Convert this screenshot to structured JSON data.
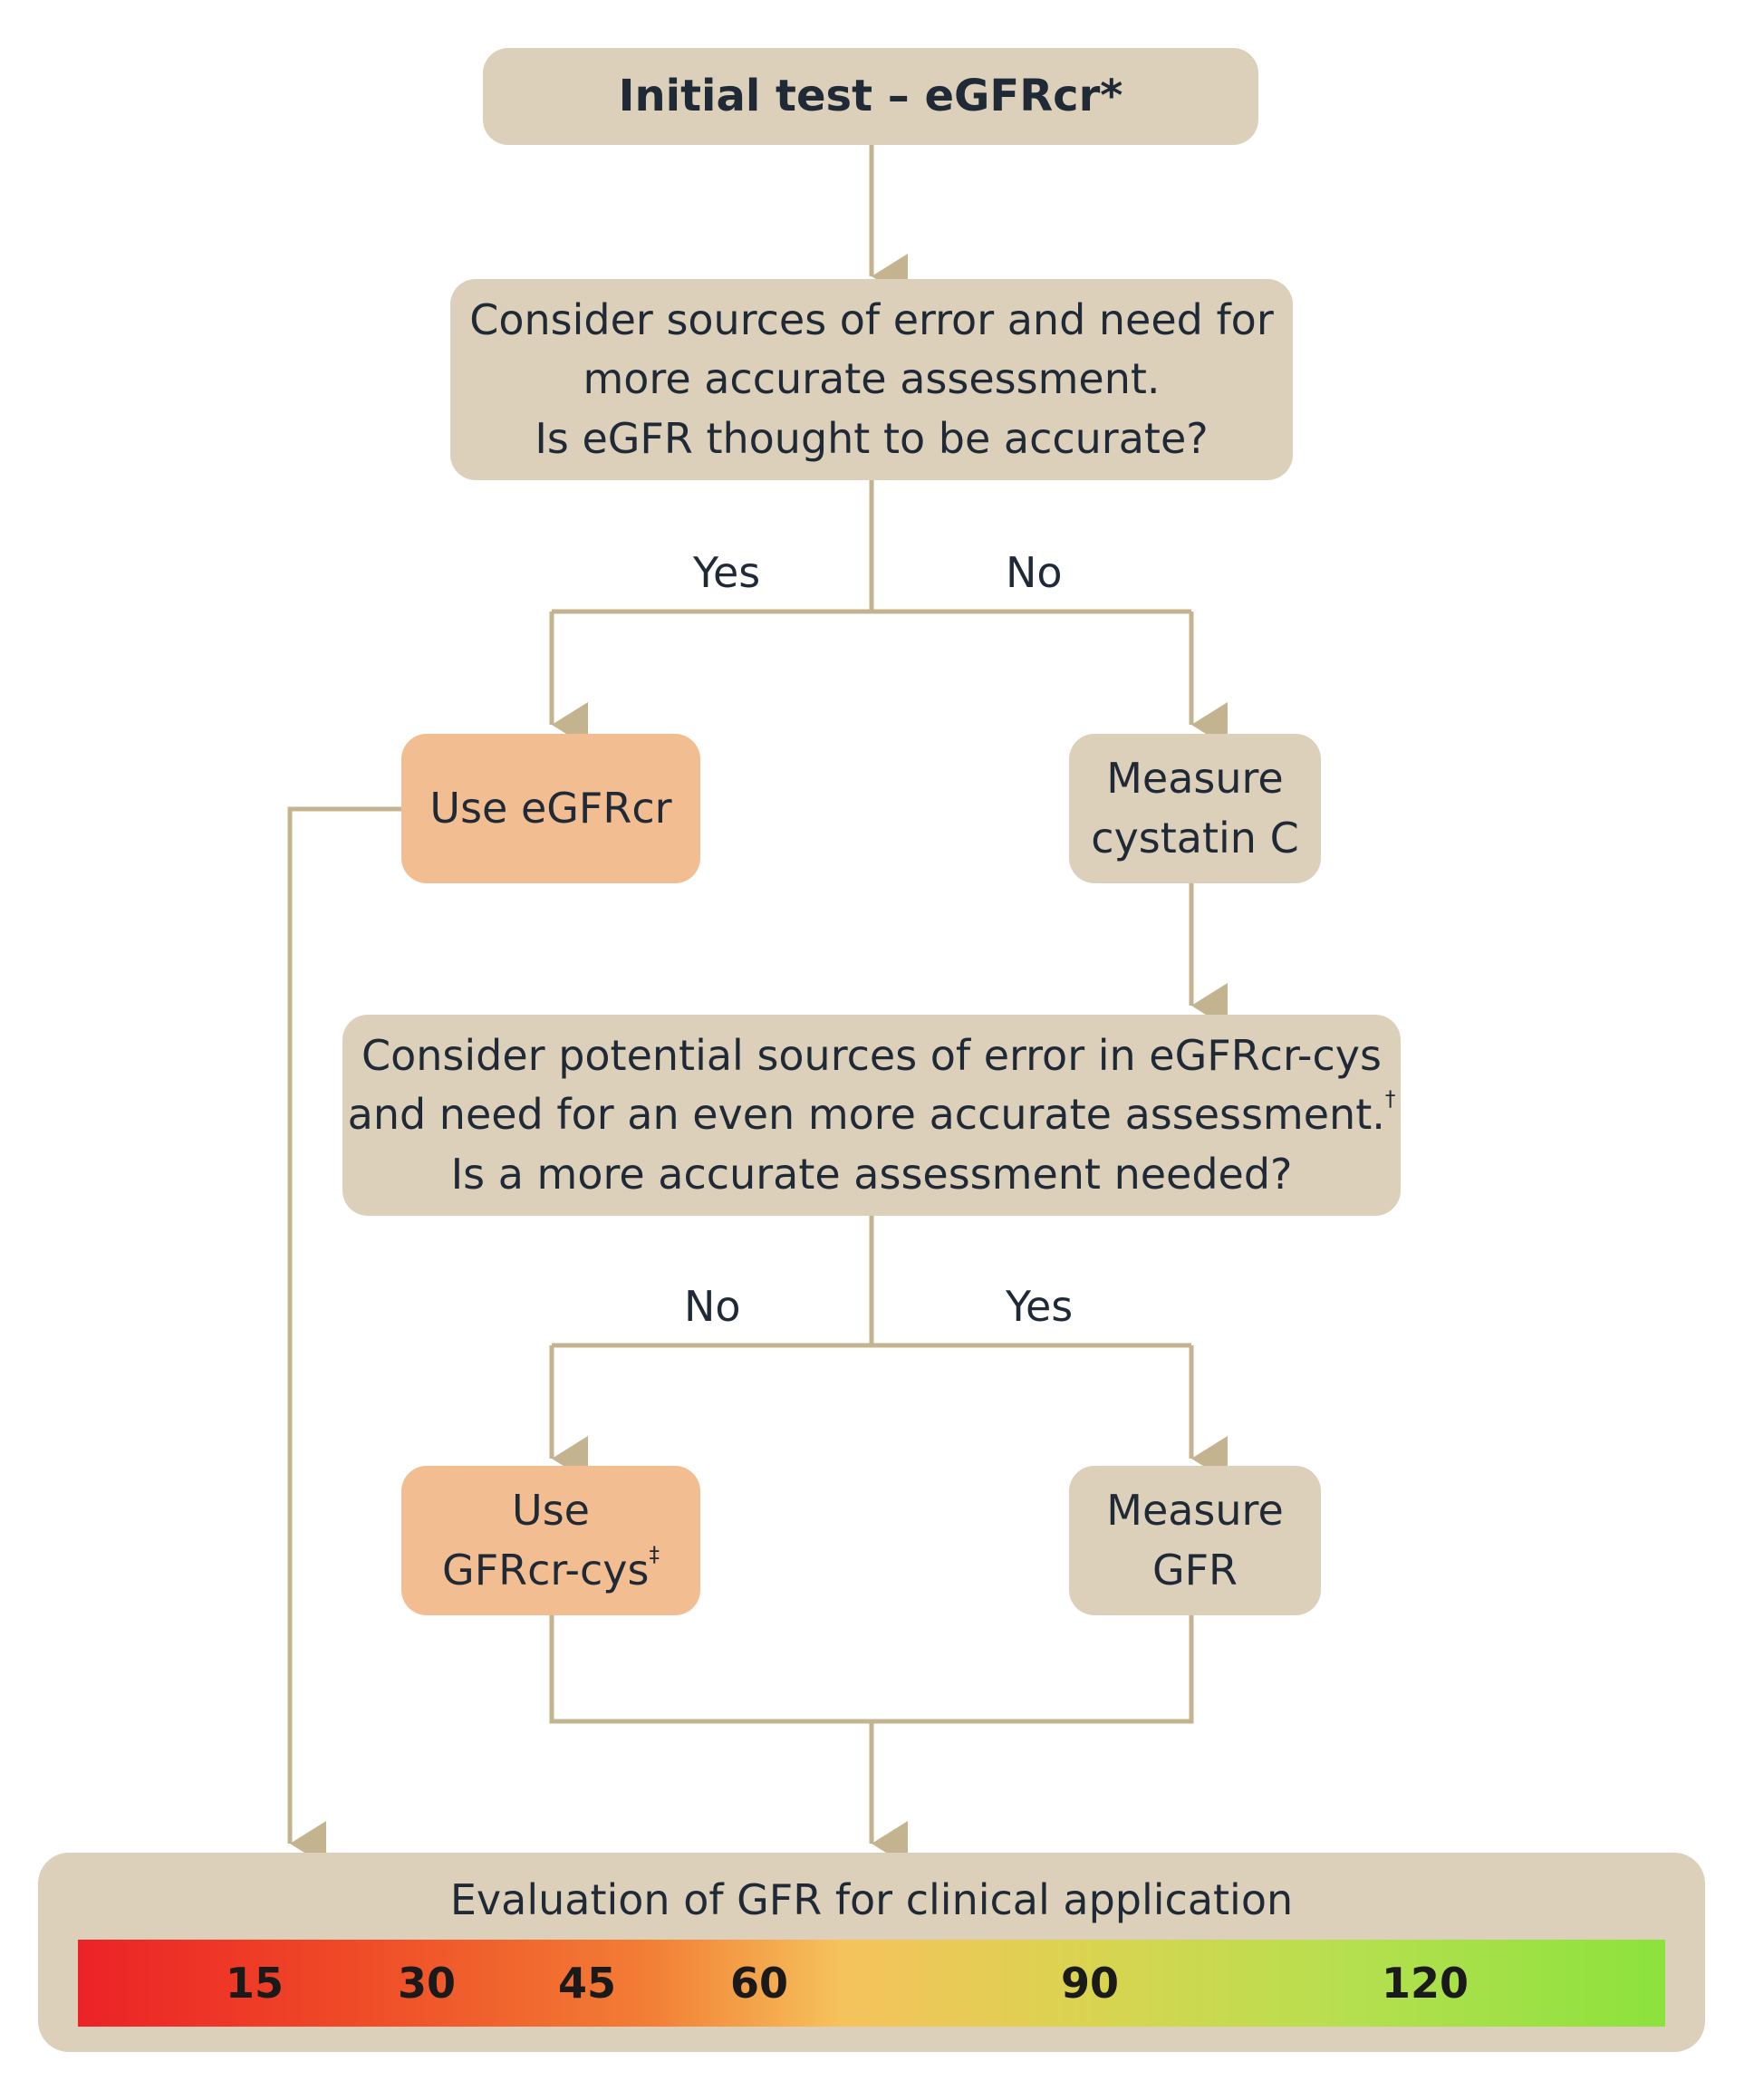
{
  "nodes": {
    "initial_test": "Initial test – eGFRcr*",
    "consider_error": [
      "Consider sources of error and need for",
      "more accurate assessment.",
      "Is eGFR thought to be accurate?"
    ],
    "use_egfrcr": "Use eGFRcr",
    "measure_cystatin": [
      "Measure",
      "cystatin C"
    ],
    "consider_potential": [
      "Consider potential sources of error in eGFRcr-cys",
      "and need for an even more accurate assessment.",
      "Is a more accurate assessment needed?"
    ],
    "consider_potential_mark": "†",
    "use_gfrcr_cys": [
      "Use",
      "GFRcr-cys"
    ],
    "use_gfrcr_cys_mark": "‡",
    "measure_gfr": [
      "Measure",
      "GFR"
    ],
    "evaluation": "Evaluation of GFR for clinical application"
  },
  "edge_labels": {
    "first_yes": "Yes",
    "first_no": "No",
    "second_no": "No",
    "second_yes": "Yes"
  },
  "scale": {
    "ticks": [
      "15",
      "30",
      "45",
      "60",
      "90",
      "120"
    ],
    "colors": [
      "#ec2227",
      "#f27e35",
      "#f6c25c",
      "#b6df4f",
      "#8ce23c"
    ]
  },
  "colors": {
    "beige_box": "#dcd0bb",
    "peach_box": "#f3bd92",
    "connector": "#c3b48f",
    "text": "#1f2a36"
  }
}
